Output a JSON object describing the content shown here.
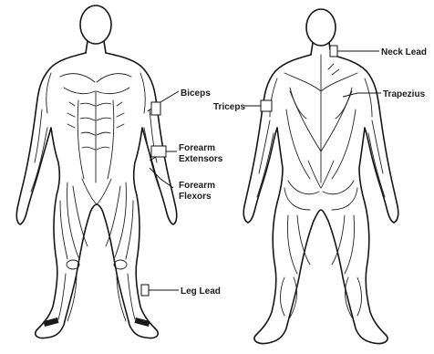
{
  "labels": {
    "biceps": "Biceps",
    "forearm_extensors_1": "Forearm",
    "forearm_extensors_2": "Extensors",
    "forearm_flexors_1": "Forearm",
    "forearm_flexors_2": "Flexors",
    "leg_lead": "Leg Lead",
    "neck_lead": "Neck Lead",
    "trapezius": "Trapezius",
    "triceps": "Triceps"
  }
}
